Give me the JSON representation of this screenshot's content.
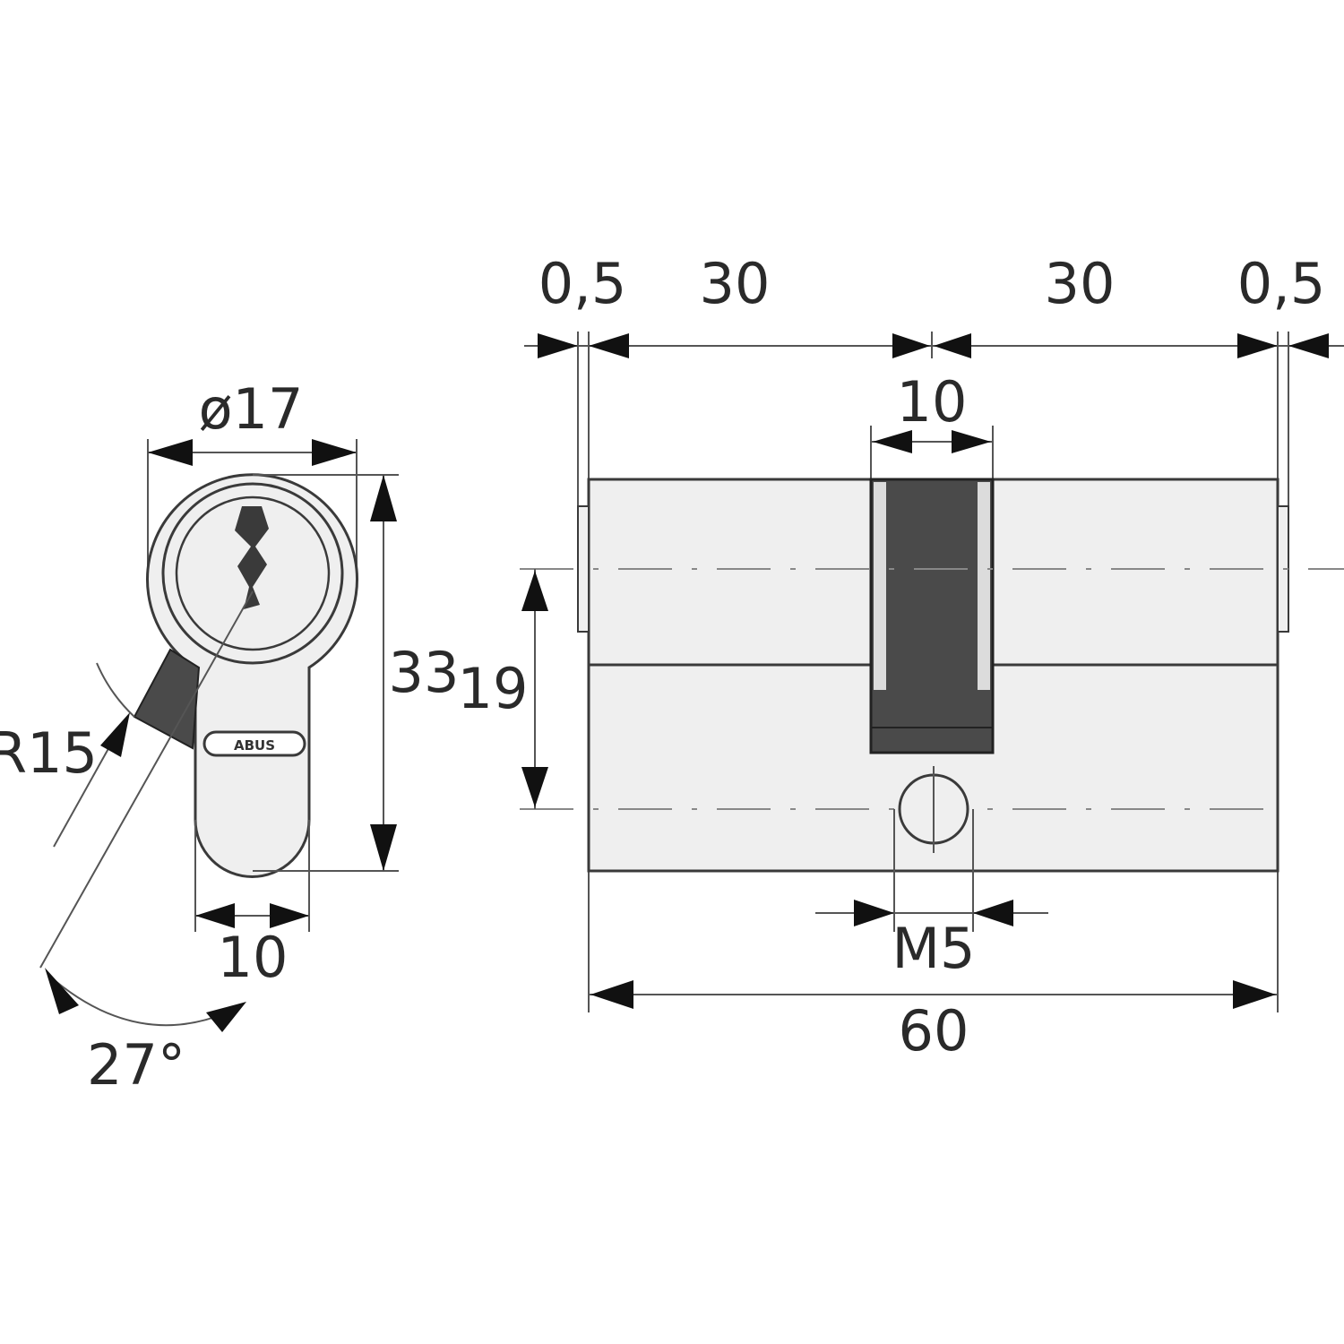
{
  "front_view": {
    "diameter_label": "ø17",
    "height_label": "33",
    "bottom_width_label": "10",
    "radius_label": "R15",
    "angle_label": "27°",
    "brand_mark": "ABUS"
  },
  "side_view": {
    "left_offset_label": "0,5",
    "left_length_label": "30",
    "right_length_label": "30",
    "right_offset_label": "0,5",
    "cam_width_label": "10",
    "center_distance_label": "19",
    "screw_label": "M5",
    "total_length_label": "60"
  },
  "colors": {
    "body_fill": "#efefef",
    "cam_fill": "#4a4a4a",
    "line": "#3a3a3a"
  }
}
